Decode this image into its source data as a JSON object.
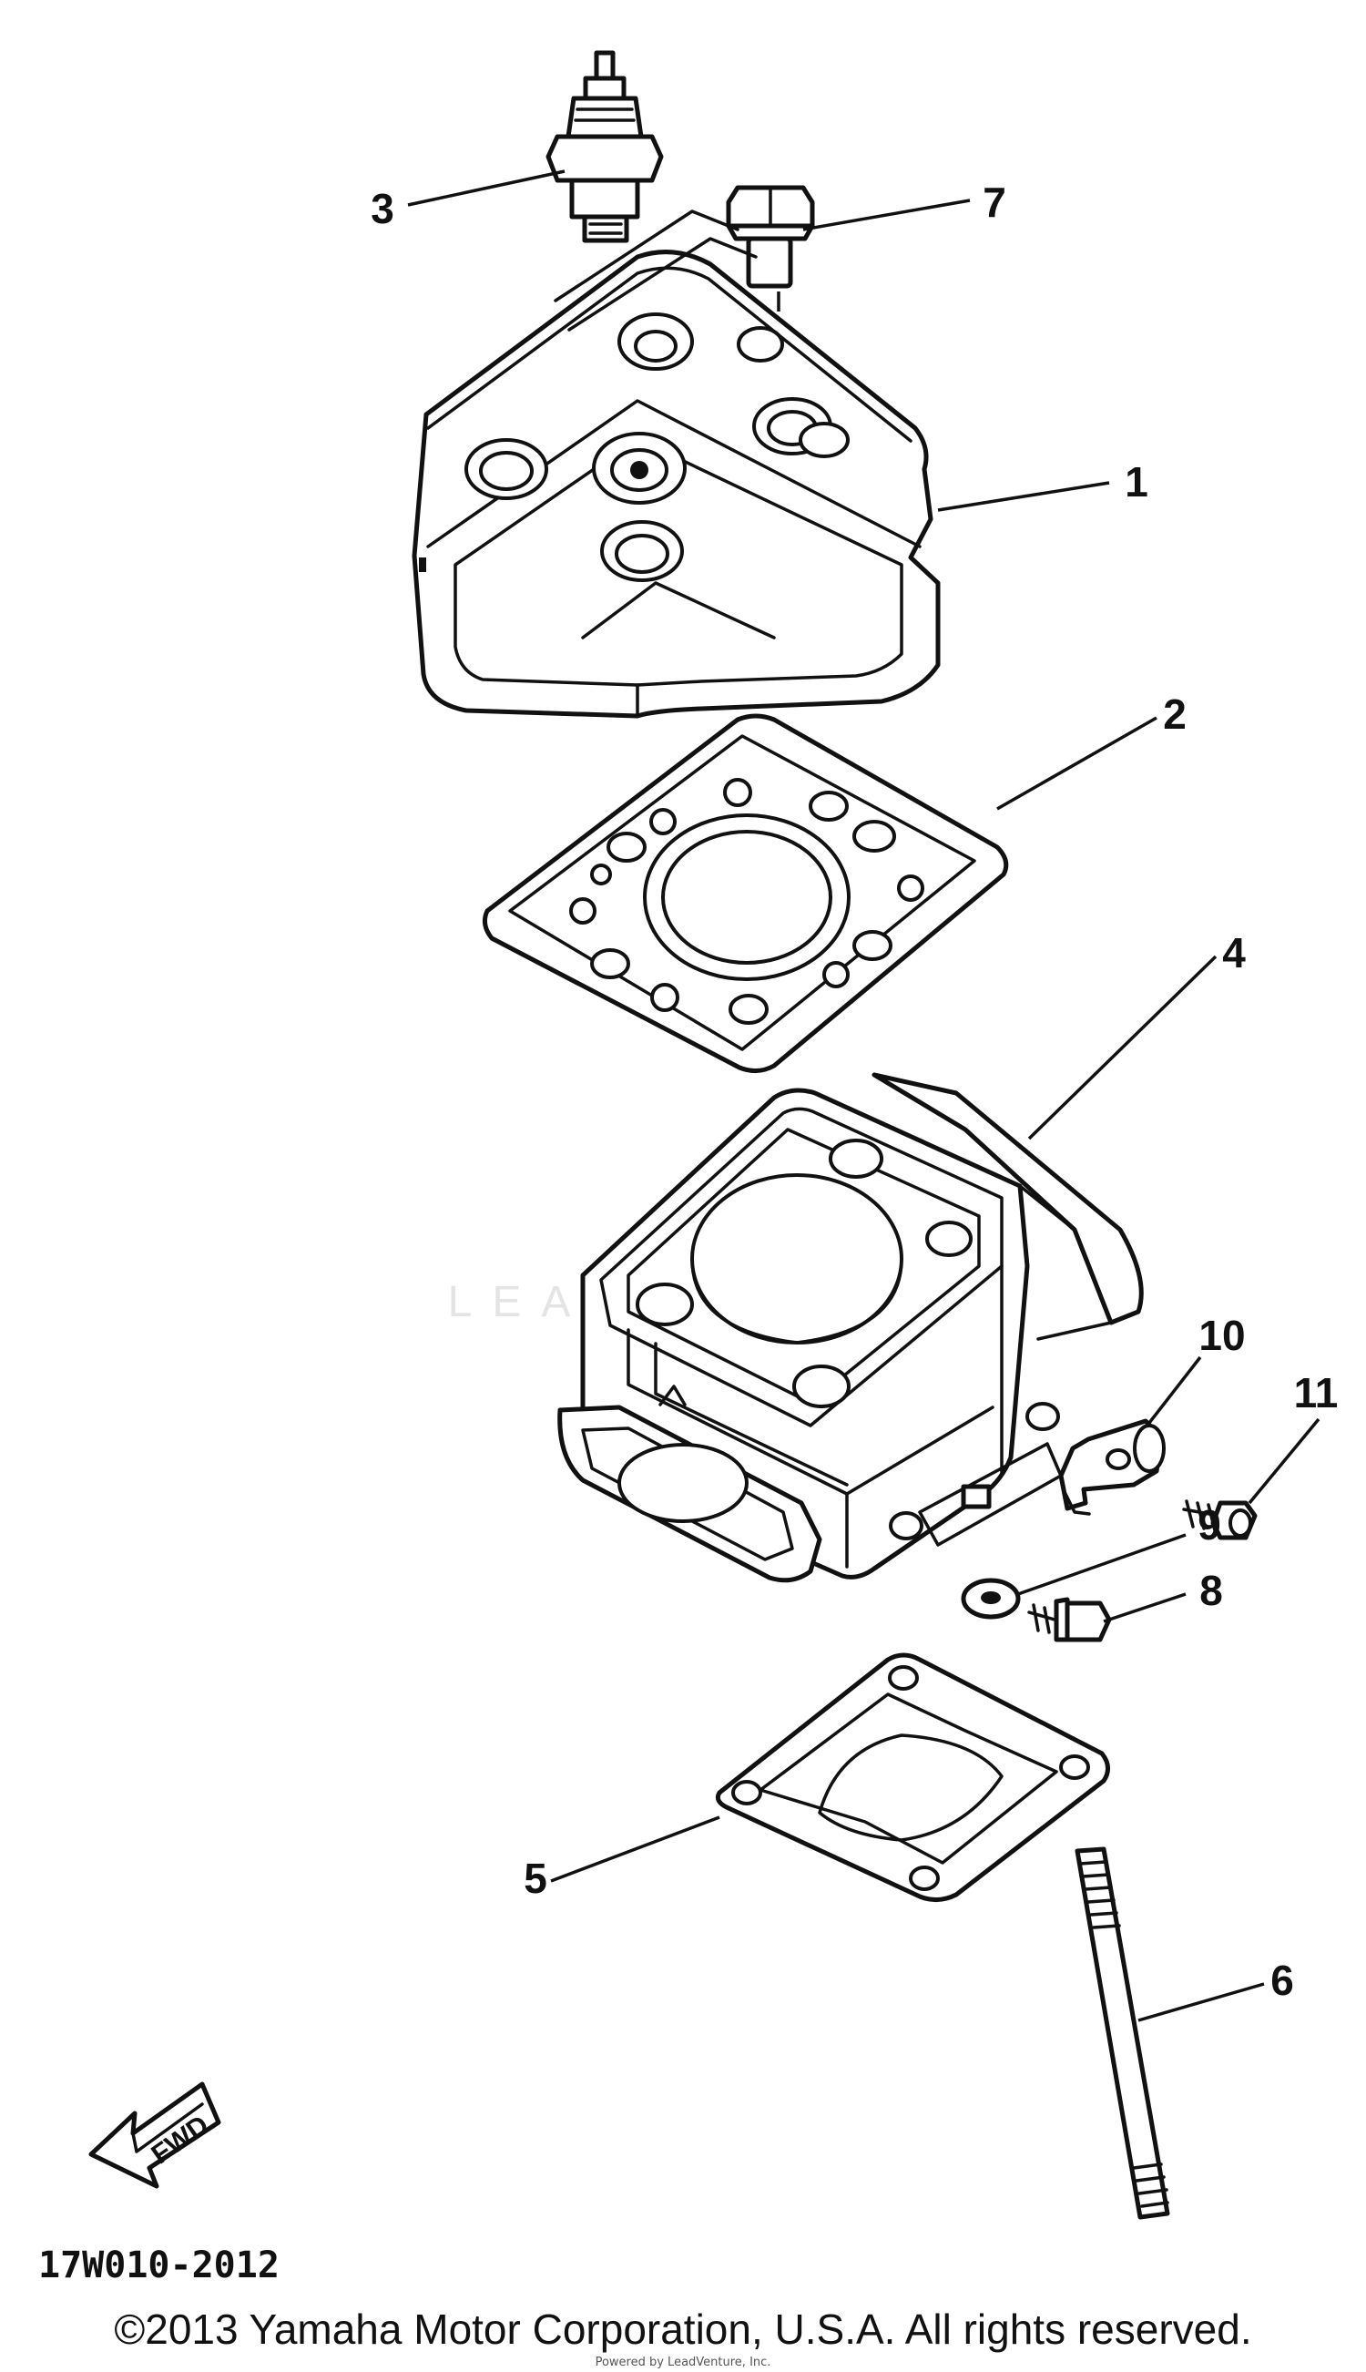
{
  "watermark": "LEADVENTURE",
  "callouts": [
    "1",
    "2",
    "3",
    "4",
    "5",
    "6",
    "7",
    "8",
    "9",
    "10",
    "11"
  ],
  "figure_code": "17W010-2012",
  "fwd_label": "FWD",
  "copyright": "©2013 Yamaha Motor Corporation, U.S.A. All rights reserved.",
  "credit": "Powered by LeadVenture, Inc."
}
